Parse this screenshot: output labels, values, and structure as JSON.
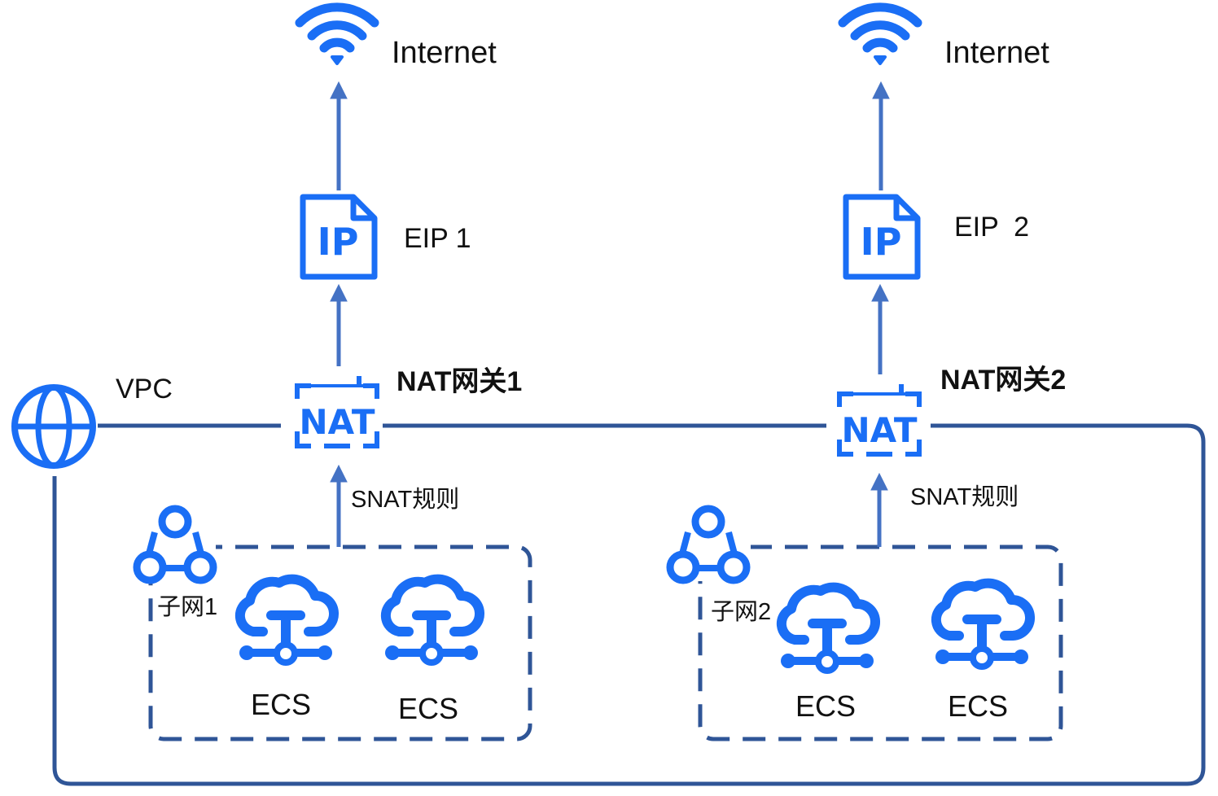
{
  "internet": [
    "Internet",
    "Internet"
  ],
  "eip": [
    "EIP 1",
    "EIP  2"
  ],
  "ip_glyph": "IP",
  "nat_glyph": "NAT",
  "nat_gateway": [
    "NAT网关1",
    "NAT网关2"
  ],
  "vpc": "VPC",
  "snat": [
    "SNAT规则",
    "SNAT规则"
  ],
  "subnet": [
    "子网1",
    "子网2"
  ],
  "ecs": [
    "ECS",
    "ECS",
    "ECS",
    "ECS"
  ],
  "colors": {
    "icon_blue": "#1a6ef5",
    "line_blue": "#2f5597",
    "arrow_blue": "#4472c4"
  },
  "icons": {
    "internet": "wifi-icon",
    "eip": "ip-document-icon",
    "nat": "nat-gateway-icon",
    "vpc": "globe-icon",
    "subnet": "subnet-network-icon",
    "ecs": "cloud-server-icon"
  }
}
